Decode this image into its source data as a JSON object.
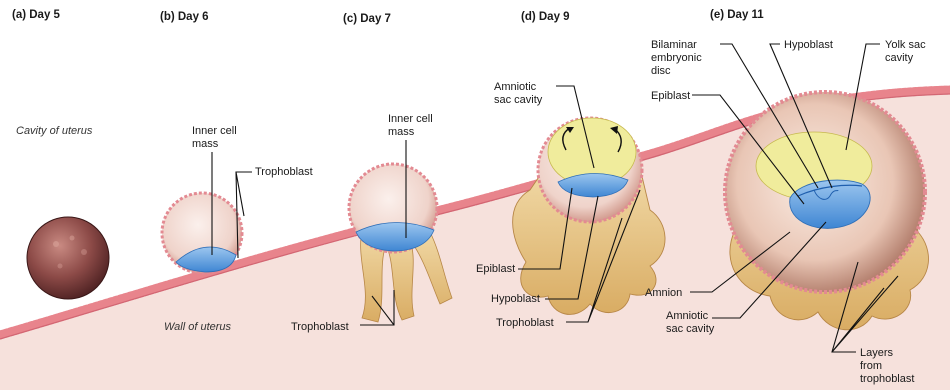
{
  "stage_labels": {
    "day5": "(a) Day 5",
    "day6": "(b) Day 6",
    "day7": "(c) Day 7",
    "day9": "(d) Day 9",
    "day11": "(e) Day 11"
  },
  "region_labels": {
    "cavity_of_uterus": "Cavity of uterus",
    "wall_of_uterus": "Wall of uterus"
  },
  "annotations": {
    "inner_cell_mass_b": [
      "Inner cell",
      "mass"
    ],
    "trophoblast_b": "Trophoblast",
    "inner_cell_mass_c": [
      "Inner cell",
      "mass"
    ],
    "trophoblast_c": "Trophoblast",
    "amniotic_sac_cavity_d": [
      "Amniotic",
      "sac cavity"
    ],
    "epiblast_d": "Epiblast",
    "hypoblast_d": "Hypoblast",
    "trophoblast_d": "Trophoblast",
    "bilaminar_disc_e": [
      "Bilaminar",
      "embryonic",
      "disc"
    ],
    "hypoblast_e": "Hypoblast",
    "yolk_sac_cavity_e": [
      "Yolk sac",
      "cavity"
    ],
    "epiblast_e": "Epiblast",
    "amnion_e": "Amnion",
    "amniotic_sac_cavity_e": [
      "Amniotic",
      "sac cavity"
    ],
    "layers_from_trophoblast_e": [
      "Layers",
      "from",
      "trophoblast"
    ]
  },
  "colors": {
    "uterine_wall": "#f6e1dc",
    "epithelium": "#e8848c",
    "blastocyst_shell": "#c98a7c",
    "inner_mass_blue": "#6aa6e0",
    "trophoblast_tan": "#e8c890",
    "yolk_sac": "#f1ec9e"
  }
}
